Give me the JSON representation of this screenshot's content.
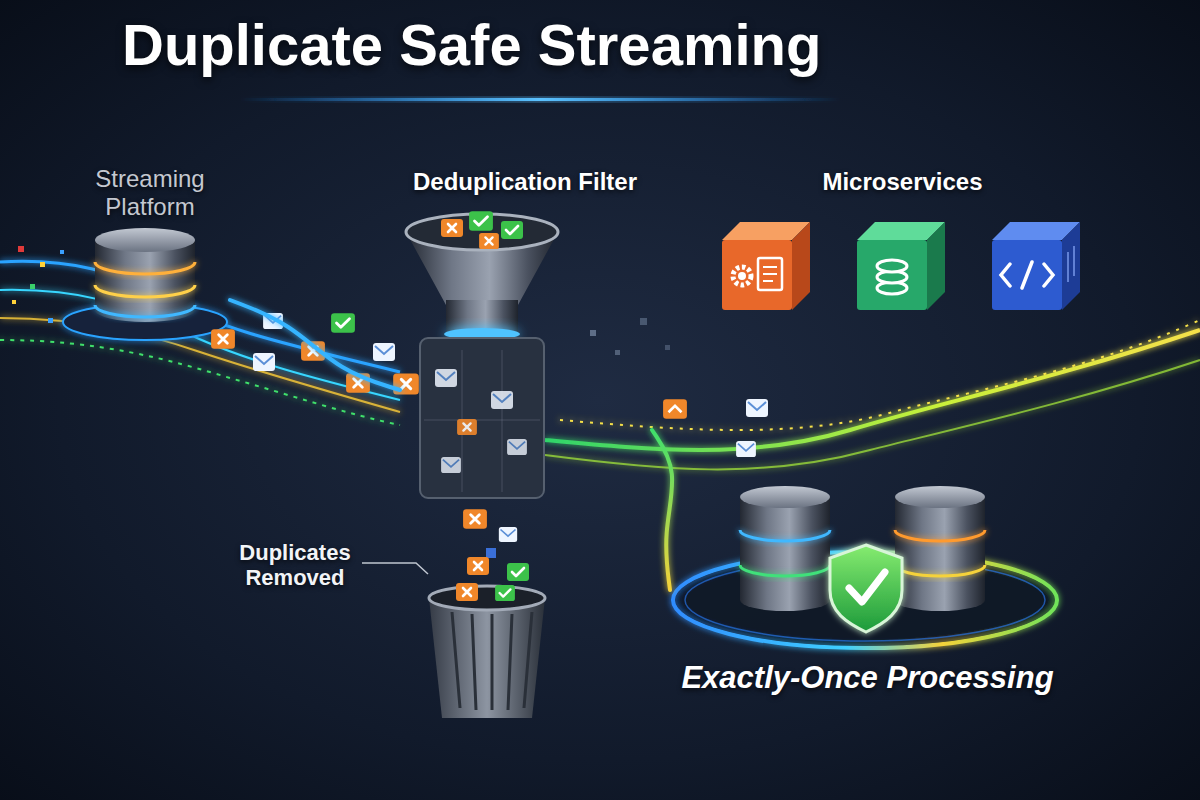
{
  "diagram": {
    "title": "Duplicate Safe Streaming",
    "nodes": [
      {
        "text": [
          "Streaming Platform"
        ]
      },
      {
        "text": [
          "Deduplication Filter"
        ]
      },
      {
        "text": [
          "Microservices"
        ]
      },
      {
        "text": [
          "Duplicates Removed"
        ]
      },
      {
        "text": [
          "Exactly-Once Processing"
        ]
      }
    ],
    "edges": [
      {
        "from": 0,
        "to": 1,
        "arrow": "none"
      },
      {
        "from": 1,
        "to": 4,
        "arrow": "none"
      }
    ]
  }
}
